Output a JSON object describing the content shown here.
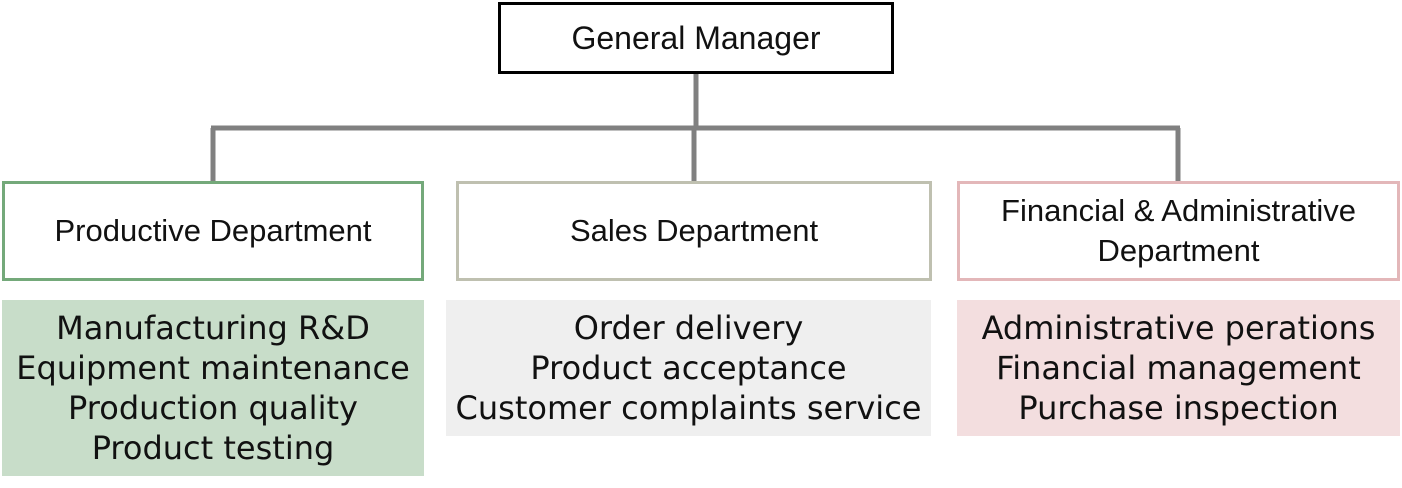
{
  "colors": {
    "connector": "#808080",
    "general_manager_border": "#000000",
    "productive_border": "#74a97a",
    "productive_fill": "#c8ddc9",
    "sales_border": "#bfc0b0",
    "sales_fill": "#efefef",
    "financial_border": "#e3b7b9",
    "financial_fill": "#f3dedf"
  },
  "general_manager": {
    "title": "General Manager"
  },
  "departments": [
    {
      "name": "Productive Department",
      "duties": [
        "Manufacturing R&D",
        "Equipment maintenance",
        "Production quality",
        "Product testing"
      ]
    },
    {
      "name": "Sales Department",
      "duties": [
        "Order delivery",
        "Product acceptance",
        "Customer complaints service"
      ]
    },
    {
      "name": "Financial & Administrative Department",
      "duties": [
        "Administrative perations",
        "Financial management",
        "Purchase inspection"
      ]
    }
  ]
}
